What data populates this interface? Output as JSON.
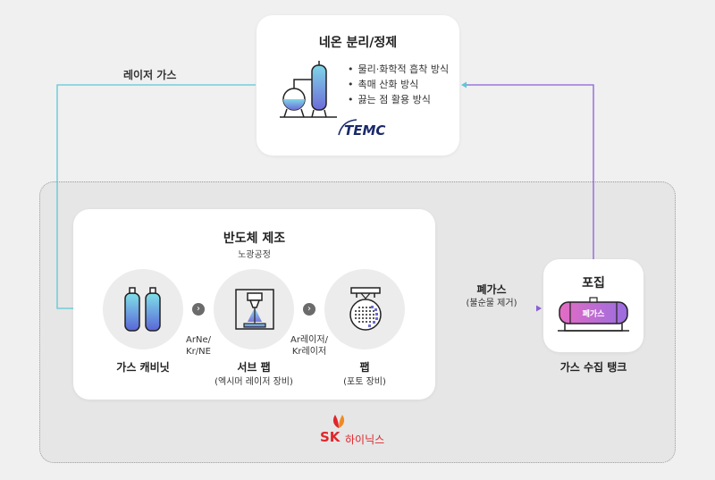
{
  "neon_box": {
    "title": "네온 분리/정제",
    "methods": [
      "물리·화학적 흡착 방식",
      "촉매 산화 방식",
      "끓는 점 활용 방식"
    ],
    "logo": "TEMC"
  },
  "laser_gas_label": "레이저 가스",
  "sk_region": {
    "logo_sk": "SK",
    "logo_hynix": "하이닉스"
  },
  "semiconductor_box": {
    "title": "반도체 제조",
    "subtitle": "노광공정",
    "steps": [
      {
        "name": "가스 캐비닛",
        "detail": ""
      },
      {
        "name": "서브 팹",
        "detail": "(엑시머 레이저 장비)"
      },
      {
        "name": "팹",
        "detail": "(포토 장비)"
      }
    ],
    "between_1_2": [
      "ArNe/",
      "Kr/NE"
    ],
    "between_2_3": [
      "Ar레이저/",
      "Kr레이저"
    ]
  },
  "waste_gas": {
    "label": "폐가스",
    "detail": "(불순물 제거)"
  },
  "capture_box": {
    "title": "포집",
    "tank_label": "폐가스",
    "caption": "가스 수집 탱크"
  },
  "colors": {
    "cyan": "#5bc8d6",
    "purple": "#8a5fd6",
    "sk_red": "#e0262b",
    "sk_orange": "#f08a24"
  },
  "icons": [
    "chemical-tank-icon",
    "gas-cylinder-icon",
    "laser-equipment-icon",
    "wafer-icon",
    "gas-tank-icon",
    "chevron-right-icon"
  ]
}
